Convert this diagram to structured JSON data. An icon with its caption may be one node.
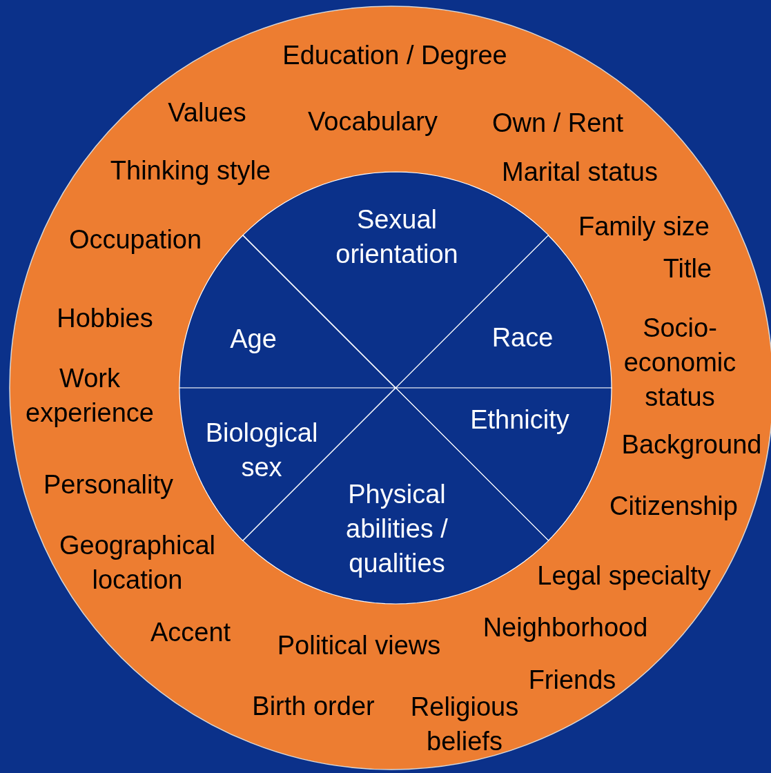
{
  "diagram": {
    "nodes": [
      {
        "text": [
          "Education / Degree",
          "Values",
          "Vocabulary",
          "Own / Rent",
          "Thinking style",
          "Marital status",
          "Occupation",
          "Family size",
          "Title",
          "Hobbies",
          "Socio-economic status",
          "Work experience",
          "Background",
          "Personality",
          "Citizenship",
          "Geographical location",
          "Legal specialty",
          "Accent",
          "Neighborhood",
          "Political views",
          "Friends",
          "Birth order",
          "Religious beliefs"
        ]
      },
      {
        "text": [],
        "shape": "circle",
        "in": 0
      },
      {
        "text": [
          "Sexual orientation"
        ],
        "in": 1
      },
      {
        "text": [
          "Age"
        ],
        "in": 1
      },
      {
        "text": [
          "Race"
        ],
        "in": 1
      },
      {
        "text": [
          "Ethnicity"
        ],
        "in": 1
      },
      {
        "text": [
          "Biological sex"
        ],
        "in": 1
      },
      {
        "text": [
          "Physical abilities / qualities"
        ],
        "in": 1
      }
    ]
  }
}
